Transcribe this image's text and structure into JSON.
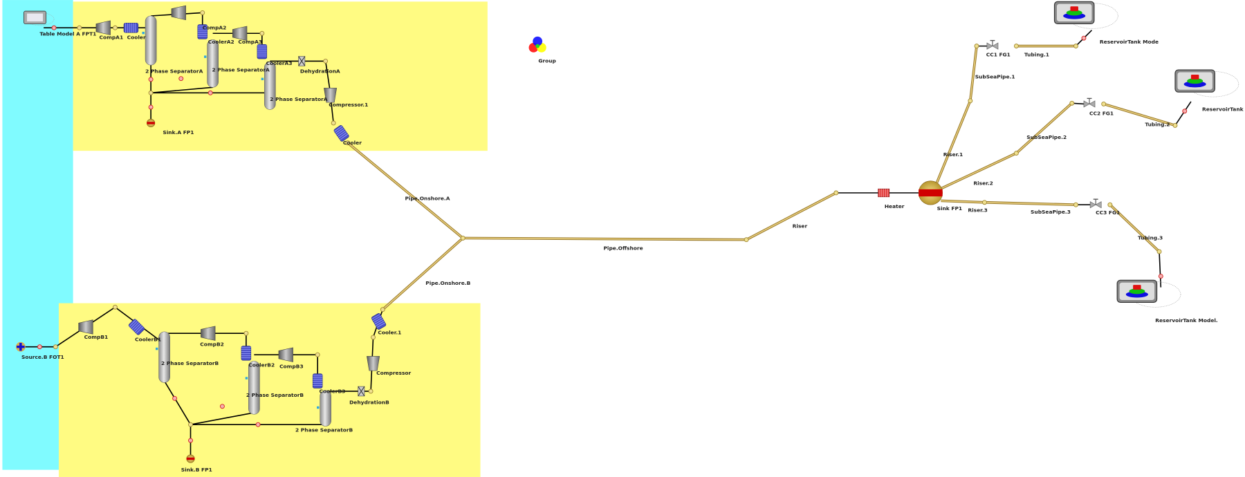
{
  "colors": {
    "zone_left": "#80fbff",
    "zone_yellow": "#fffb82",
    "pipe": "#c8a850",
    "line": "#000000"
  },
  "group": {
    "label": "Group"
  },
  "labels": {
    "table_model": "Table Model A FPT1",
    "compA1": "CompA1",
    "coolerA1": "Cooler",
    "sepA1": "2 Phase SeparatorA",
    "compA2": "CompA2",
    "coolerA2": "CoolerA2",
    "sepA2": "2 Phase SeparatorA",
    "compA3": "CompA3",
    "coolerA3": "CoolerA3",
    "sepA3": "2 Phase SeparatorA",
    "dehyA": "DehydrationA",
    "compressor1": "Compressor.1",
    "coolerA": "Cooler",
    "sinkA": "Sink.A FP1",
    "pipe_onshore_a": "Pipe.Onshore.A",
    "pipe_onshore_b": "Pipe.Onshore.B",
    "pipe_offshore": "Pipe.Offshore",
    "riser": "Riser",
    "heater": "Heater",
    "sink_fp1": "Sink FP1",
    "riser1": "Riser.1",
    "riser2": "Riser.2",
    "riser3": "Riser.3",
    "subsea1": "SubSeaPipe.1",
    "subsea2": "SubSeaPipe.2",
    "subsea3": "SubSeaPipe.3",
    "cc1": "CC1 FG1",
    "cc2": "CC2 FG1",
    "cc3": "CC3 FG1",
    "tubing1": "Tubing.1",
    "tubing2": "Tubing.2",
    "tubing3": "Tubing.3",
    "res1": "ReservoirTank Mode",
    "res2": "ReservoirTank M",
    "res3": "ReservoirTank Model.",
    "sourceB": "Source.B FOT1",
    "compB1": "CompB1",
    "coolerB1": "CoolerB1",
    "sepB1": "2 Phase SeparatorB",
    "compB2": "CompB2",
    "coolerB2": "CoolerB2",
    "sepB2": "2 Phase SeparatorB",
    "compB3": "CompB3",
    "coolerB3": "CoolerB3",
    "sepB3": "2 Phase SeparatorB",
    "dehyB": "DehydrationB",
    "compressorB": "Compressor",
    "cooler1": "Cooler.1",
    "sinkB": "Sink.B FP1"
  }
}
